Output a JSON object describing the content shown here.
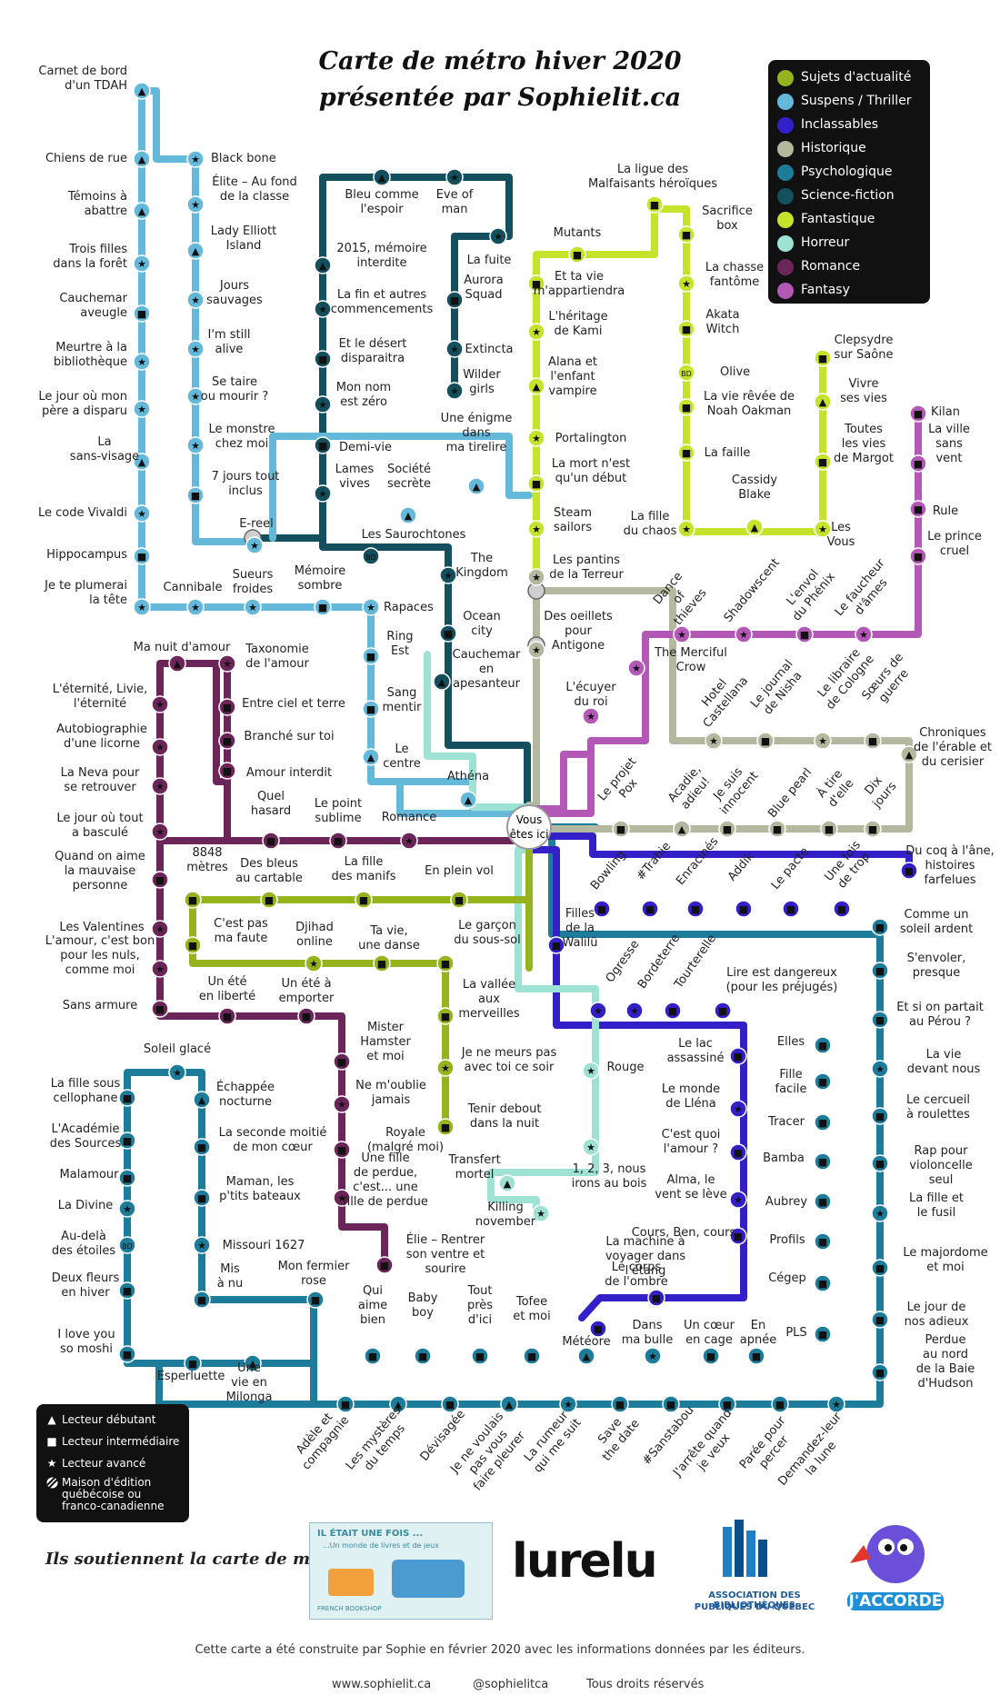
{
  "title_line1": "Carte de métro hiver 2020",
  "title_line2": "présentée par Sophielit.ca",
  "legend": {
    "categories": [
      {
        "label": "Sujets d'actualité",
        "color": "#95b31d"
      },
      {
        "label": "Suspens / Thriller",
        "color": "#64b8d9"
      },
      {
        "label": "Inclassables",
        "color": "#3420c9"
      },
      {
        "label": "Historique",
        "color": "#b3b89e"
      },
      {
        "label": "Psychologique",
        "color": "#1d7c99"
      },
      {
        "label": "Science-fiction",
        "color": "#134f5c"
      },
      {
        "label": "Fantastique",
        "color": "#c6e32b"
      },
      {
        "label": "Horreur",
        "color": "#9ee2d4"
      },
      {
        "label": "Romance",
        "color": "#6b2558"
      },
      {
        "label": "Fantasy",
        "color": "#b458b8"
      }
    ]
  },
  "glyph_legend": {
    "beginner": "Lecteur débutant",
    "intermediate": "Lecteur intermédiaire",
    "advanced": "Lecteur avancé",
    "quebec": "Maison d'édition québécoise ou franco-canadienne",
    "quebec_l1": "Maison d'édition",
    "quebec_l2": "québécoise ou",
    "quebec_l3": "franco-canadienne"
  },
  "center_label_1": "Vous",
  "center_label_2": "êtes ici",
  "stations": [
    {
      "t": "Carnet de bord|d'un TDAH",
      "g": "t"
    },
    {
      "t": "Chiens de rue",
      "g": "t"
    },
    {
      "t": "Témoins à|abattre",
      "g": "t"
    },
    {
      "t": "Trois filles|dans la forêt",
      "g": "s"
    },
    {
      "t": "Cauchemar|aveugle",
      "g": "q"
    },
    {
      "t": "Meurtre à la|bibliothèque",
      "g": "s"
    },
    {
      "t": "Le jour où mon|père a disparu",
      "g": "s"
    },
    {
      "t": "La|sans-visage",
      "g": "t"
    },
    {
      "t": "Le code Vivaldi",
      "g": "s"
    },
    {
      "t": "Hippocampus",
      "g": "q"
    },
    {
      "t": "Je te plumerai|la tête",
      "g": "s"
    },
    {
      "t": "Black bone",
      "g": "s"
    },
    {
      "t": "Élite – Au fond|de la classe",
      "g": "s"
    },
    {
      "t": "Lady Elliott|Island",
      "g": "t"
    },
    {
      "t": "Jours|sauvages",
      "g": "s"
    },
    {
      "t": "I'm still|alive",
      "g": "s"
    },
    {
      "t": "Se taire|ou mourir ?",
      "g": "s"
    },
    {
      "t": "Le monstre|chez moi",
      "g": "s"
    },
    {
      "t": "7 jours tout|inclus",
      "g": "q"
    },
    {
      "t": "Bleu comme|l'espoir",
      "g": "t"
    },
    {
      "t": "Eve of|man",
      "g": "s"
    },
    {
      "t": "La fuite",
      "g": "s"
    },
    {
      "t": "2015, mémoire|interdite",
      "g": "t"
    },
    {
      "t": "La fin et autres|commencements",
      "g": "s"
    },
    {
      "t": "Et le désert|disparaitra",
      "g": "q"
    },
    {
      "t": "Mon nom|est zéro",
      "g": "s"
    },
    {
      "t": "Demi-vie",
      "g": "q"
    },
    {
      "t": "Lames|vives",
      "g": "s"
    },
    {
      "t": "Aurora|Squad",
      "g": "q"
    },
    {
      "t": "Extincta",
      "g": "s"
    },
    {
      "t": "Wilder|girls",
      "g": "s"
    },
    {
      "t": "Société|secrète",
      "g": "t"
    },
    {
      "t": "Une énigme|dans|ma tirelire",
      "g": "t"
    },
    {
      "t": "E-reel",
      "g": "s"
    },
    {
      "t": "Les Saurochtones",
      "g": "b"
    },
    {
      "t": "The|Kingdom",
      "g": "s"
    },
    {
      "t": "Ocean|city",
      "g": "q"
    },
    {
      "t": "Cauchemar|en|apesanteur",
      "g": "t"
    },
    {
      "t": "Cannibale",
      "g": "s"
    },
    {
      "t": "Sueurs|froides",
      "g": "s"
    },
    {
      "t": "Mémoire|sombre",
      "g": "q"
    },
    {
      "t": "Rapaces",
      "g": "s"
    },
    {
      "t": "Ring|Est",
      "g": "q"
    },
    {
      "t": "Sang|mentir",
      "g": "q"
    },
    {
      "t": "Le|centre",
      "g": "t"
    },
    {
      "t": "Athéna",
      "g": "t"
    },
    {
      "t": "La ligue des|Malfaisants héroïques",
      "g": "q"
    },
    {
      "t": "Mutants",
      "g": "q"
    },
    {
      "t": "Sacrifice|box",
      "g": "q"
    },
    {
      "t": "Et ta vie|m'appartiendra",
      "g": "q"
    },
    {
      "t": "La chasse|fantôme",
      "g": "s"
    },
    {
      "t": "L'héritage|de Kami",
      "g": "s"
    },
    {
      "t": "Akata|Witch",
      "g": "q"
    },
    {
      "t": "Alana et|l'enfant|vampire",
      "g": "t"
    },
    {
      "t": "Olive",
      "g": "b"
    },
    {
      "t": "La vie rêvée de|Noah Oakman",
      "g": "q"
    },
    {
      "t": "Portalington",
      "g": "s"
    },
    {
      "t": "La faille",
      "g": "q"
    },
    {
      "t": "La mort n'est|qu'un début",
      "g": "q"
    },
    {
      "t": "Cassidy|Blake",
      "g": "t"
    },
    {
      "t": "Steam|sailors",
      "g": "s"
    },
    {
      "t": "La fille|du chaos",
      "g": "s"
    },
    {
      "t": "Les|Vous",
      "g": "s"
    },
    {
      "t": "Les pantins|de la Terreur",
      "g": "s"
    },
    {
      "t": "Des oeillets|pour|Antigone",
      "g": "s"
    },
    {
      "t": "Clepsydre|sur Saône",
      "g": "q"
    },
    {
      "t": "Vivre|ses vies",
      "g": "t"
    },
    {
      "t": "Toutes|les vies|de Margot",
      "g": "q"
    },
    {
      "t": "Kilan",
      "g": "q"
    },
    {
      "t": "La ville|sans|vent",
      "g": "q"
    },
    {
      "t": "Rule",
      "g": "q"
    },
    {
      "t": "Le prince|cruel",
      "g": "q"
    },
    {
      "t": "Dance|of|thieves",
      "g": "s"
    },
    {
      "t": "Shadowscent",
      "g": "s"
    },
    {
      "t": "L'envol|du Phénix",
      "g": "q"
    },
    {
      "t": "Le faucheur|d'âmes",
      "g": "s"
    },
    {
      "t": "The Merciful|Crow",
      "g": "s"
    },
    {
      "t": "L'écuyer|du roi",
      "g": "s"
    },
    {
      "t": "Hotel|Castellana",
      "g": "s"
    },
    {
      "t": "Le journal|de Nisha",
      "g": "q"
    },
    {
      "t": "Le libraire|de Cologne",
      "g": "s"
    },
    {
      "t": "Sœurs de|guerre",
      "g": "q"
    },
    {
      "t": "Chroniques|de l'érable et|du cerisier",
      "g": "t"
    },
    {
      "t": "Le projet|Pox",
      "g": "q"
    },
    {
      "t": "Acadie,|adieu!",
      "g": "t"
    },
    {
      "t": "Je suis|innocent",
      "g": "q"
    },
    {
      "t": "Blue pearl",
      "g": "q"
    },
    {
      "t": "À tire|d'elle",
      "g": "q"
    },
    {
      "t": "Dix|jours",
      "g": "q"
    },
    {
      "t": "Du coq à l'âne,|histoires|farfelues",
      "g": "q"
    },
    {
      "t": "Ma nuit d'amour",
      "g": "t"
    },
    {
      "t": "Taxonomie|de l'amour",
      "g": "s"
    },
    {
      "t": "L'éternité, Livie,|l'éternité",
      "g": "s"
    },
    {
      "t": "Entre ciel et terre",
      "g": "q"
    },
    {
      "t": "Autobiographie|d'une licorne",
      "g": "s"
    },
    {
      "t": "Branché sur toi",
      "g": "q"
    },
    {
      "t": "La Neva pour|se retrouver",
      "g": "s"
    },
    {
      "t": "Amour interdit",
      "g": "q"
    },
    {
      "t": "Le jour où tout|a basculé",
      "g": "s"
    },
    {
      "t": "Quel|hasard",
      "g": "q"
    },
    {
      "t": "Le point|sublime",
      "g": "q"
    },
    {
      "t": "Romance",
      "g": "s"
    },
    {
      "t": "Quand on aime|la mauvaise|personne",
      "g": "q"
    },
    {
      "t": "Les Valentines",
      "g": "s"
    },
    {
      "t": "L'amour, c'est bon|pour les nuls,|comme moi",
      "g": "s"
    },
    {
      "t": "Sans armure",
      "g": "q"
    },
    {
      "t": "8848|mètres",
      "g": "q"
    },
    {
      "t": "Des bleus|au cartable",
      "g": "q"
    },
    {
      "t": "La fille|des manifs",
      "g": "q"
    },
    {
      "t": "En plein vol",
      "g": "q"
    },
    {
      "t": "C'est pas|ma faute",
      "g": "q"
    },
    {
      "t": "Djihad|online",
      "g": "s"
    },
    {
      "t": "Ta vie,|une danse",
      "g": "q"
    },
    {
      "t": "Le garçon|du sous-sol",
      "g": "q"
    },
    {
      "t": "La vallée|aux|merveilles",
      "g": "q"
    },
    {
      "t": "Je ne meurs pas|avec toi ce soir",
      "g": "s"
    },
    {
      "t": "Tenir debout|dans la nuit",
      "g": "q"
    },
    {
      "t": "Un été|en liberté",
      "g": "q"
    },
    {
      "t": "Un été à|emporter",
      "g": "q"
    },
    {
      "t": "Mister|Hamster|et moi",
      "g": "q"
    },
    {
      "t": "Ne m'oublie|jamais",
      "g": "s"
    },
    {
      "t": "Royale|(malgré moi)",
      "g": "q"
    },
    {
      "t": "Une fille|de perdue,|c'est... une|fille de perdue",
      "g": "s"
    },
    {
      "t": "Élie – Rentrer|son ventre et|sourire",
      "g": "q"
    },
    {
      "t": "Filles|de la|Walilü",
      "g": "q"
    },
    {
      "t": "Rouge",
      "g": "s"
    },
    {
      "t": "1, 2, 3, nous|irons au bois",
      "g": "s"
    },
    {
      "t": "Transfert|mortel",
      "g": "t"
    },
    {
      "t": "Killing|november",
      "g": "s"
    },
    {
      "t": "Bowling",
      "g": "q"
    },
    {
      "t": "#Trahie",
      "g": "q"
    },
    {
      "t": "Enracinés",
      "g": "q"
    },
    {
      "t": "Addik",
      "g": "q"
    },
    {
      "t": "Le pacte",
      "g": "q"
    },
    {
      "t": "Une fois|de trop",
      "g": "q"
    },
    {
      "t": "Comme un|soleil ardent",
      "g": "q"
    },
    {
      "t": "Ogresse",
      "g": "s"
    },
    {
      "t": "Bordeterre",
      "g": "s"
    },
    {
      "t": "Tourterelle",
      "g": "q"
    },
    {
      "t": "Lire est dangereux|(pour les préjugés)",
      "g": "q"
    },
    {
      "t": "Le lac|assassiné",
      "g": "q"
    },
    {
      "t": "Le monde|de Lléna",
      "g": "s"
    },
    {
      "t": "C'est quoi|l'amour ?",
      "g": "q"
    },
    {
      "t": "Alma, le|vent se lève",
      "g": "s"
    },
    {
      "t": "Cours, Ben, cours",
      "g": "q"
    },
    {
      "t": "La machine à|voyager dans|l'étang",
      "g": "q"
    },
    {
      "t": "Le corps|de l'ombre",
      "g": "q"
    },
    {
      "t": "S'envoler,|presque",
      "g": "q"
    },
    {
      "t": "Et si on partait|au Pérou ?",
      "g": "q"
    },
    {
      "t": "La vie|devant nous",
      "g": "s"
    },
    {
      "t": "Le cercueil|à roulettes",
      "g": "q"
    },
    {
      "t": "Rap pour|violoncelle|seul",
      "g": "q"
    },
    {
      "t": "La fille et|le fusil",
      "g": "s"
    },
    {
      "t": "Le majordome|et moi",
      "g": "q"
    },
    {
      "t": "Le jour de|nos adieux",
      "g": "q"
    },
    {
      "t": "Perdue|au nord|de la Baie|d'Hudson",
      "g": "q"
    },
    {
      "t": "Elles",
      "g": "q"
    },
    {
      "t": "Fille|facile",
      "g": "q"
    },
    {
      "t": "Tracer",
      "g": "q"
    },
    {
      "t": "Bamba",
      "g": "q"
    },
    {
      "t": "Aubrey",
      "g": "q"
    },
    {
      "t": "Profils",
      "g": "q"
    },
    {
      "t": "Cégep",
      "g": "q"
    },
    {
      "t": "PLS",
      "g": "q"
    },
    {
      "t": "Soleil glacé",
      "g": "s"
    },
    {
      "t": "La fille sous|cellophane",
      "g": "q"
    },
    {
      "t": "L'Académie|des Sources",
      "g": "q"
    },
    {
      "t": "Malamour",
      "g": "q"
    },
    {
      "t": "La Divine",
      "g": "s"
    },
    {
      "t": "Au-delà|des étoiles",
      "g": "b"
    },
    {
      "t": "Deux fleurs|en hiver",
      "g": "q"
    },
    {
      "t": "I love you|so moshi",
      "g": "q"
    },
    {
      "t": "Échappée|nocturne",
      "g": "t"
    },
    {
      "t": "La seconde moitié|de mon cœur",
      "g": "q"
    },
    {
      "t": "Maman, les|p'tits bateaux",
      "g": "q"
    },
    {
      "t": "Missouri 1627",
      "g": "s"
    },
    {
      "t": "Mis|à nu",
      "g": "q"
    },
    {
      "t": "Mon fermier|rose",
      "g": "q"
    },
    {
      "t": "Qui|aime|bien",
      "g": "q"
    },
    {
      "t": "Baby|boy",
      "g": "q"
    },
    {
      "t": "Tout|près|d'ici",
      "g": "q"
    },
    {
      "t": "Tofee|et moi",
      "g": "q"
    },
    {
      "t": "Météore",
      "g": "t"
    },
    {
      "t": "Dans|ma bulle",
      "g": "s"
    },
    {
      "t": "Un cœur|en cage",
      "g": "q"
    },
    {
      "t": "En|apnée",
      "g": "q"
    },
    {
      "t": "Esperluette",
      "g": "q"
    },
    {
      "t": "Une|vie en|Milonga",
      "g": "t"
    },
    {
      "t": "Adèle et|compagnie",
      "g": "q"
    },
    {
      "t": "Les mystères|du temps",
      "g": "t"
    },
    {
      "t": "Dévisagée",
      "g": "q"
    },
    {
      "t": "Je ne voulais|pas vous|faire pleurer",
      "g": "t"
    },
    {
      "t": "La rumeur|qui me suit",
      "g": "s"
    },
    {
      "t": "Save|the date",
      "g": "q"
    },
    {
      "t": "#Sanstabou",
      "g": "q"
    },
    {
      "t": "J'arrête quand|je veux",
      "g": "q"
    },
    {
      "t": "Parée pour|percer",
      "g": "q"
    },
    {
      "t": "Demandez-leur|la lune",
      "g": "s"
    }
  ],
  "supporters_title": "Ils soutiennent la carte de métro :",
  "sponsor1_line1": "IL ÉTAIT UNE FOIS ...",
  "sponsor1_line2": "...Un monde de livres et de jeux",
  "sponsor1_line3": "FRENCH BOOKSHOP",
  "sponsor2": "lurelu",
  "sponsor3_line1": "ASSOCIATION DES BIBLIOTHÈQUES",
  "sponsor3_line2": "PUBLIQUES DU QUÉBEC",
  "sponsor4": "J'ACCORDE",
  "footer_line": "Cette carte a été construite par Sophie en février 2020 avec les informations données par les éditeurs.",
  "footer_site": "www.sophielit.ca",
  "footer_handle": "@sophielitca",
  "footer_rights": "Tous droits réservés"
}
